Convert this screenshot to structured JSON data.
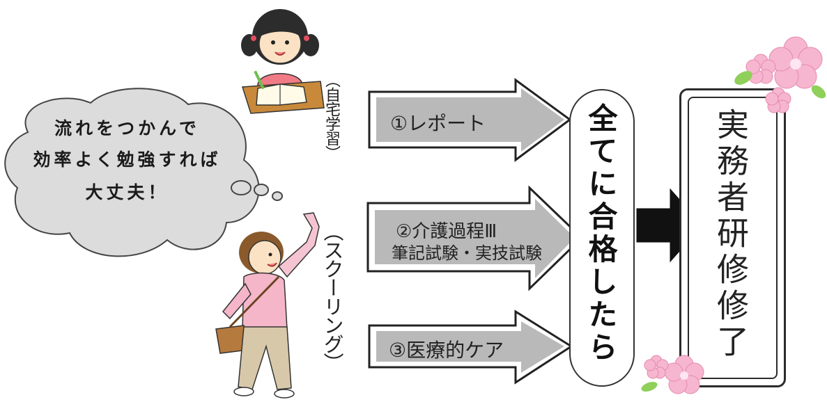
{
  "thought_bubble": {
    "lines": [
      "流れをつかんで",
      "効率よく勉強すれば",
      "大丈夫！"
    ]
  },
  "labels": {
    "home_study": "（自宅学習）",
    "schooling": "（スクーリング）"
  },
  "steps": [
    {
      "label": "①レポート"
    },
    {
      "label_line1": "②介護過程Ⅲ",
      "label_line2": "筆記試験・実技試験"
    },
    {
      "label": "③医療的ケア"
    }
  ],
  "center_text": "全てに合格したら",
  "result_text": "実務者研修修了",
  "colors": {
    "arrow_fill": "#b9b9b9",
    "arrow_shadow": "#ffffff",
    "bubble_fill": "#dcdcdc",
    "blossom_pink": "#f6b6cf",
    "leaf_green": "#8fcf5a"
  }
}
